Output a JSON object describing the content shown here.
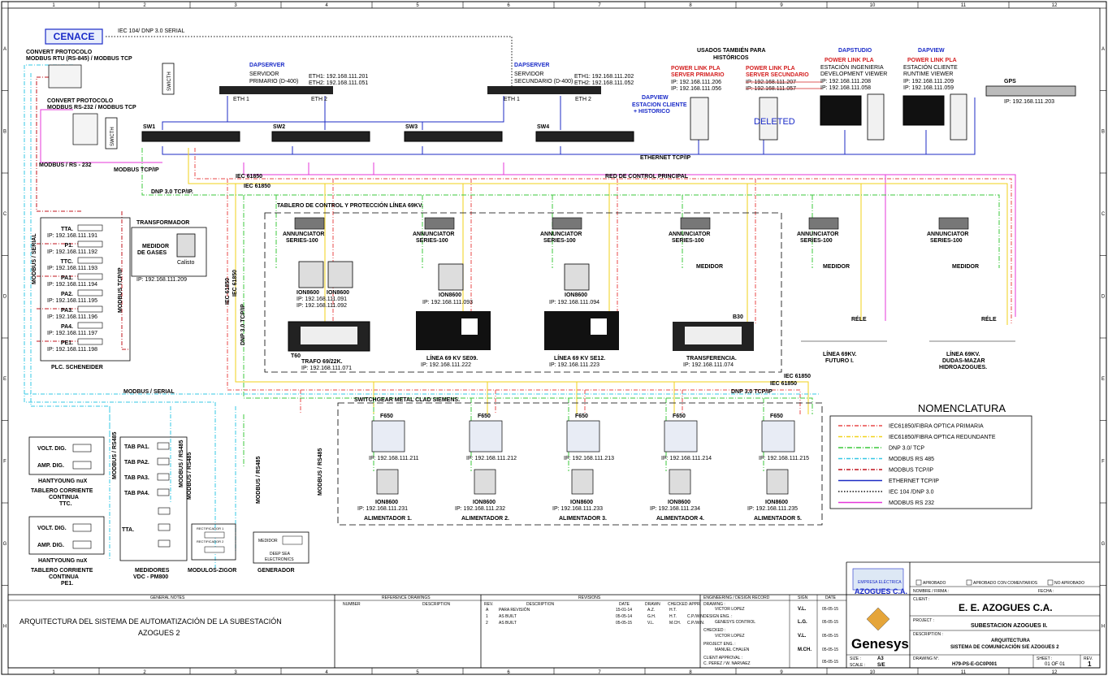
{
  "sheet": {
    "col_numbers": [
      "1",
      "2",
      "3",
      "4",
      "5",
      "6",
      "7",
      "8",
      "9",
      "10",
      "11",
      "12"
    ],
    "row_letters": [
      "A",
      "B",
      "C",
      "D",
      "E",
      "F",
      "G",
      "H"
    ]
  },
  "top": {
    "cenace": "CENACE",
    "iec104": "IEC 104/ DNP 3.0 SERIAL",
    "conv1_a": "CONVERT PROTOCOLO",
    "conv1_b": "MODBUS RTU (RS-845) / MODBUS TCP",
    "conv2_a": "CONVERT PROTOCOLO",
    "conv2_b": "MODBUS RS-232 / MODBUS TCP",
    "switch_label": "SWICTH",
    "modbus_rs232": "MODBUS / RS - 232",
    "modbus_tcpip": "MODBUS TCP/IP",
    "dnp_tcpip": "DNP 3.0 TCP/IP.",
    "iec61850": "IEC 61850",
    "red_control": "RED DE CONTROL PRINCIPAL",
    "ethernet": "ETHERNET TCP/IP",
    "sw": [
      "SW1",
      "SW2",
      "SW3",
      "SW4"
    ]
  },
  "servers": {
    "s1_tag": "DAPSERVER",
    "s1_a": "SERVIDOR",
    "s1_b": "PRIMARIO (D-400)",
    "s1_ip1": "ETH1: 192.168.111.201",
    "s1_ip2": "ETH2: 192.168.111.051",
    "s2_tag": "DAPSERVER",
    "s2_a": "SERVIDOR",
    "s2_b": "SECUNDARIO (D-400)",
    "s2_ip1": "ETH1: 192.168.111.202",
    "s2_ip2": "ETH2: 192.168.111.052",
    "eth1": "ETH 1",
    "eth2": "ETH 2"
  },
  "workstations": {
    "usados_a": "USADOS TAMBIÉN PARA",
    "usados_b": "HISTÓRICOS",
    "pl1_a": "POWER LINK PLA",
    "pl1_b": "SERVER PRIMARIO",
    "pl1_ip1": "IP: 192.168.111.206",
    "pl1_ip2": "IP: 192.168.111.056",
    "pl2_a": "POWER LINK PLA",
    "pl2_b": "SERVER SECUNDARIO",
    "pl2_ip1": "IP: 192.168.111.207",
    "pl2_ip2": "IP: 192.168.111.057",
    "deleted": "DELETED",
    "dv1_tag": "DAPVIEW",
    "dv1_a": "ESTACION CLIENTE",
    "dv1_b": "+ HISTORICO",
    "ds_tag": "DAPSTUDIO",
    "ds_a": "POWER LINK PLA",
    "ds_b": "ESTACIÓN INGENIERIA",
    "ds_c": "DEVELOPMENT VIEWER",
    "ds_ip1": "IP: 192.168.111.208",
    "ds_ip2": "IP: 192.168.111.058",
    "dv2_tag": "DAPVIEW",
    "dv2_a": "POWER LINK PLA",
    "dv2_b": "ESTACIÓN CLIENTE",
    "dv2_c": "RUNTIME VIEWER",
    "dv2_ip1": "IP: 192.168.111.209",
    "dv2_ip2": "IP: 192.168.111.059",
    "gps": "GPS",
    "gps_ip": "IP: 192.168.111.203"
  },
  "plc": {
    "items": [
      {
        "tag": "TTA.",
        "ip": "IP: 192.168.111.191"
      },
      {
        "tag": "P1.",
        "ip": "IP: 192.168.111.192"
      },
      {
        "tag": "TTC.",
        "ip": "IP: 192.168.111.193"
      },
      {
        "tag": "PA1.",
        "ip": "IP: 192.168.111.194"
      },
      {
        "tag": "PA2.",
        "ip": "IP: 192.168.111.195"
      },
      {
        "tag": "PA3.",
        "ip": "IP: 192.168.111.196"
      },
      {
        "tag": "PA4.",
        "ip": "IP: 192.168.111.197"
      },
      {
        "tag": "PE1.",
        "ip": "IP: 192.168.111.198"
      }
    ],
    "title": "PLC. SCHENEIDER",
    "modbus_serial": "MODBUS / SERIAL",
    "modbus_tcp": "MODBUS TCP/IP"
  },
  "transformer": {
    "title": "TRANSFORMADOR",
    "m_a": "MEDIDOR",
    "m_b": "DE GASES",
    "calisto": "Calisto",
    "ip": "IP: 192.168.111.209"
  },
  "panel69": {
    "title": "TABLERO DE CONTROL Y PROTECCIÓN LÍNEA 69KV.",
    "ann_a": "ANNUNCIATOR",
    "ann_b": "SERIES-100",
    "ion": "ION8600",
    "medidor": "MEDIDOR",
    "rele": "RÉLE",
    "col1_ip1": "IP: 192.168.111.091",
    "col1_ip2": "IP: 192.168.111.092",
    "col2_ip": "IP: 192.168.111.093",
    "col3_ip": "IP: 192.168.111.094",
    "t60": "T60",
    "b30": "B30",
    "c1_a": "TRAFO 69/22K.",
    "c1_b": "IP: 192.168.111.071",
    "c2_a": "LÍNEA 69 KV SE09.",
    "c2_b": "IP: 192.168.111.222",
    "c3_a": "LÍNEA 69 KV SE12.",
    "c3_b": "IP: 192.168.111.223",
    "c4_a": "TRANSFERENCIA.",
    "c4_b": "IP: 192.168.111.074",
    "f1_a": "LÍNEA 69KV.",
    "f1_b": "FUTURO I.",
    "f2_a": "LÍNEA 69KV.",
    "f2_b": "DUDAS-MAZAR",
    "f2_c": "HIDROAZOGUES.",
    "iec_v": "IEC 61850",
    "dnp_v": "DNP 3.0 TCP/IP",
    "iec_e1": "IEC 61850",
    "iec_e2": "IEC 61850",
    "dnp_e": "DNP 3.0 TCP/IP"
  },
  "switchgear": {
    "title": "SWITCHGEAR METAL CLAD SIEMENS.",
    "f650": "F650",
    "ion": "ION8600",
    "feeders": [
      {
        "ip1": "IP: 192.168.111.211",
        "ip2": "IP: 192.168.111.231",
        "name": "ALIMENTADOR 1."
      },
      {
        "ip1": "IP: 192.168.111.212",
        "ip2": "IP: 192.168.111.232",
        "name": "ALIMENTADOR 2."
      },
      {
        "ip1": "IP: 192.168.111.213",
        "ip2": "IP: 192.168.111.233",
        "name": "ALIMENTADOR 3."
      },
      {
        "ip1": "IP: 192.168.111.214",
        "ip2": "IP: 192.168.111.234",
        "name": "ALIMENTADOR 4."
      },
      {
        "ip1": "IP: 192.168.111.215",
        "ip2": "IP: 192.168.111.235",
        "name": "ALIMENTADOR 5."
      }
    ]
  },
  "bottom_left": {
    "modbus_serial": "MODBUS / SERIAL",
    "volt": "VOLT. DIG.",
    "amp": "AMP. DIG.",
    "hantyoung": "HANTYOUNG nuX",
    "ttc_a": "TABLERO CORRIENTE",
    "ttc_b": "CONTINUA",
    "ttc_c": "TTC.",
    "pe1_a": "TABLERO CORRIENTE",
    "pe1_b": "CONTINUA",
    "pe1_c": "PE1.",
    "tab": [
      "TAB PA1.",
      "TAB PA2.",
      "TAB PA3.",
      "TAB PA4."
    ],
    "tta": "TTA.",
    "medidores_a": "MEDIDORES",
    "medidores_b": "VDC - PM800",
    "modulos": "MODULOS-ZIGOR",
    "rect1": "RECTIFICADOR 1",
    "rect2": "RECTIFICADOR 2",
    "medidor": "MEDIDOR",
    "deepsea_a": "DEEP SEA",
    "deepsea_b": "ELECTRONICS",
    "generador": "GENERADOR",
    "modbus_rs485": "MODBUS / RS485"
  },
  "legend": {
    "title": "NOMENCLATURA",
    "items": [
      {
        "label": "IEC61850/FIBRA OPTICA PRIMARIA",
        "color": "#e84a4a"
      },
      {
        "label": "IEC61850/FIBRA OPTICA REDUNDANTE",
        "color": "#f2d21a"
      },
      {
        "label": "DNP 3.0/ TCP",
        "color": "#3cc83c"
      },
      {
        "label": "MODBUS RS 485",
        "color": "#35c8e6"
      },
      {
        "label": "MODBUS TCP/IP",
        "color": "#c0141e"
      },
      {
        "label": "ETHERNET TCP/IP",
        "color": "#1c2bc4"
      },
      {
        "label": "IEC 104 /DNP 3.0",
        "color": "#111111"
      },
      {
        "label": "MODBUS RS 232",
        "color": "#e437d8"
      }
    ]
  },
  "title_block": {
    "general_notes": "GENERAL NOTES",
    "title_a": "ARQUITECTURA DEL SISTEMA DE AUTOMATIZACIÓN DE LA SUBESTACIÓN",
    "title_b": "AZOGUES 2",
    "ref_drawings": "REFERENCE DRAWINGS",
    "number": "NUMBER",
    "description": "DESCRIPTION",
    "revisions": "REVISIONS",
    "rev": "REV.",
    "date": "DATE",
    "drawn": "DRAWN",
    "checked": "CHECKED",
    "appr": "APPR.",
    "rev_rows": [
      {
        "rev": "A",
        "desc": "PARA REVISIÓN",
        "date": "15-01-14",
        "drawn": "A.Z.",
        "checked": "H.T.",
        "appr": ""
      },
      {
        "rev": "1",
        "desc": "AS BUILT",
        "date": "05-05-14",
        "drawn": "G.H.",
        "checked": "H.T.",
        "appr": "C.P./W.N."
      },
      {
        "rev": "2",
        "desc": "AS BUILT",
        "date": "05-05-15",
        "drawn": "V.L.",
        "checked": "M.CH.",
        "appr": "C.P./W.N."
      }
    ],
    "eng_record": "ENGINEERING / DESIGN RECORD",
    "sign": "SIGN",
    "drawing_l": "DRAWING :",
    "drawing_v": "VICTOR LOPEZ",
    "design_l": "DESIGN ENG. :",
    "design_v": "GENESYS CONTROL",
    "checked_l": "CHECKED :",
    "checked_v": "VICTOR LOPEZ",
    "project_l": "PROJECT ENG. :",
    "project_v": "MANUEL CHALEN",
    "client_l": "CLIENT APPROVAL :",
    "client_v": "C. PEREZ / W. NARVAEZ",
    "sign_rows": [
      "V.L.",
      "L.G.",
      "V.L.",
      "M.CH."
    ],
    "date_rows": [
      "05-05-15",
      "05-05-15",
      "05-05-15",
      "05-05-15",
      "05-05-15"
    ],
    "empresa_a": "EMPRESA ELÉCTRICA",
    "empresa_b": "AZOGUES C.A.",
    "genesys": "Genesys",
    "aprobado": "APROBADO",
    "aprobado_com": "APROBADO CON COMENTARIOS",
    "no_aprobado": "NO APROBADO",
    "nombre_firma": "NOMBRE / FIRMA :",
    "fecha": "FECHA :",
    "client": "CLIENT :",
    "client_name": "E. E. AZOGUES C.A.",
    "project": "PROJECT :",
    "project_name": "SUBESTACION AZOGUES II.",
    "desc_l": "DESCRIPTION :",
    "desc_a": "ARQUITECTURA",
    "desc_b": "SISTEMA DE COMUNICACIÓN S/E AZOGUES 2",
    "drawing_no_l": "DRAWING N°.",
    "drawing_no": "H79-PS-E-GC0P001",
    "sheet_l": "SHEET :",
    "sheet_v": "01  OF  01",
    "rev_l": "REV.",
    "rev_v": "1",
    "size_l": "SIZE :",
    "size_v": "A3",
    "scale_l": "SCALE :",
    "scale_v": "S/E"
  }
}
